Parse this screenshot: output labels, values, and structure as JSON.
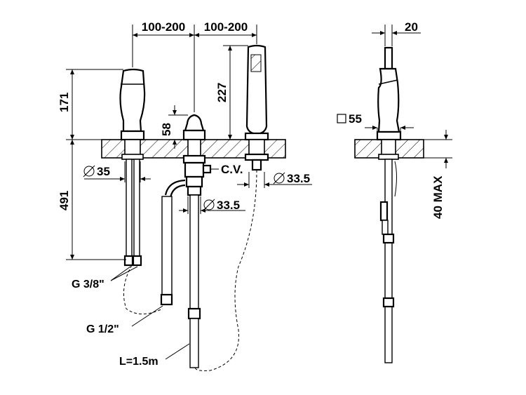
{
  "dimensions": {
    "spacing_left": "100-200",
    "spacing_right": "100-200",
    "handshower_diameter": "20",
    "spout_height": "171",
    "handshower_height": "227",
    "valve_height": "58",
    "square_base": "55",
    "hole_diameter": "35",
    "hose_length_below": "491",
    "cv_label": "C.V.",
    "valve_hole_diameter": "33.5",
    "handshower_hole_diameter": "33.5",
    "max_thickness": "40 MAX"
  },
  "labels": {
    "thread_38": "G 3/8\"",
    "thread_12": "G 1/2\"",
    "hose_length": "L=1.5m"
  }
}
